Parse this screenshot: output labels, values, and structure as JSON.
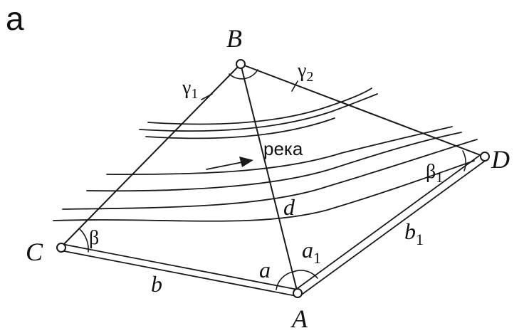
{
  "panel_label": "a",
  "points": {
    "A": "A",
    "B": "B",
    "C": "C",
    "D": "D"
  },
  "sides": {
    "b": "b",
    "b1_base": "b",
    "b1_sub": "1",
    "d": "d"
  },
  "angles": {
    "a": "a",
    "a1_base": "a",
    "a1_sub": "1",
    "beta": "β",
    "beta1_base": "β",
    "beta1_sub": "1",
    "gamma1_base": "γ",
    "gamma1_sub": "1",
    "gamma2_base": "γ",
    "gamma2_sub": "2"
  },
  "river_label": "река"
}
